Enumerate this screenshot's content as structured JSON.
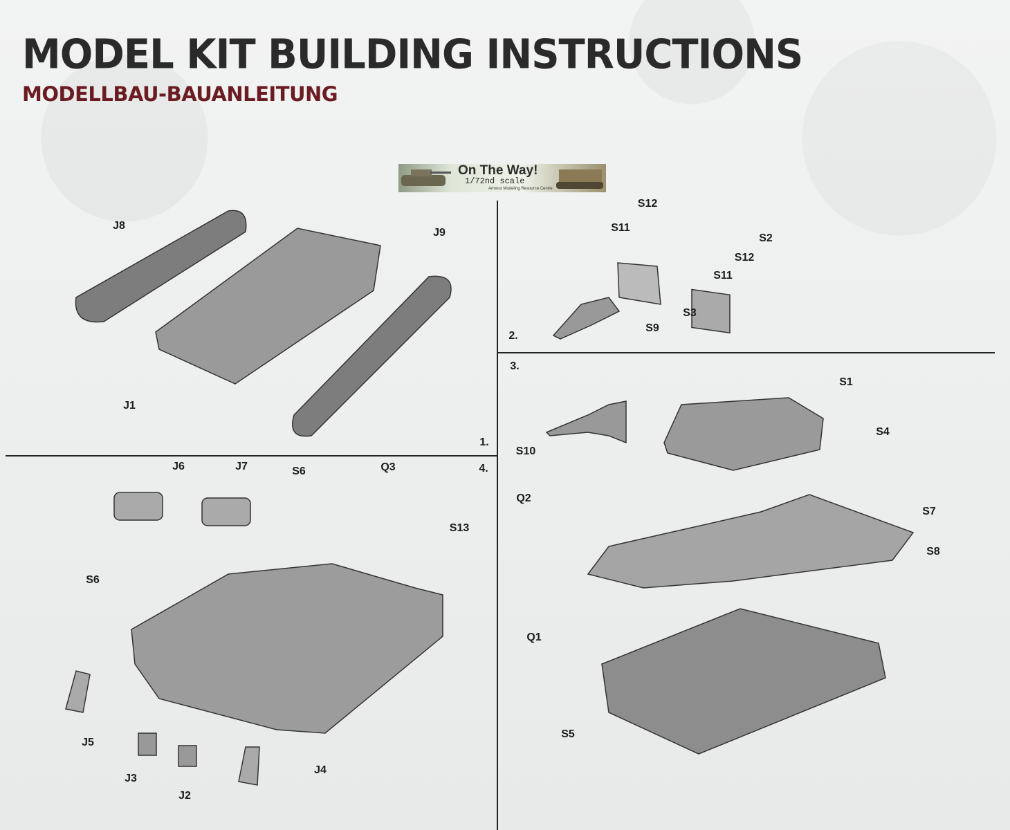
{
  "header": {
    "title": "Model Kit Building Instructions",
    "subtitle": "Modellbau-Bauanleitung"
  },
  "logo": {
    "title": "On The Way!",
    "scale": "1/72nd scale",
    "tagline": "Armour Modeling Resource Centre"
  },
  "steps": [
    {
      "number": "1.",
      "labels": [
        "J8",
        "J9",
        "J1"
      ]
    },
    {
      "number": "2.",
      "labels": [
        "S12",
        "S11",
        "S2",
        "S12",
        "S11",
        "S3",
        "S9"
      ]
    },
    {
      "number": "3.",
      "labels": [
        "S1",
        "S4",
        "S10",
        "Q2",
        "S7",
        "S8",
        "Q1",
        "S5"
      ]
    },
    {
      "number": "4.",
      "labels": [
        "J6",
        "J7",
        "S6",
        "Q3",
        "S13",
        "S6",
        "J5",
        "J3",
        "J2",
        "J4"
      ]
    }
  ]
}
